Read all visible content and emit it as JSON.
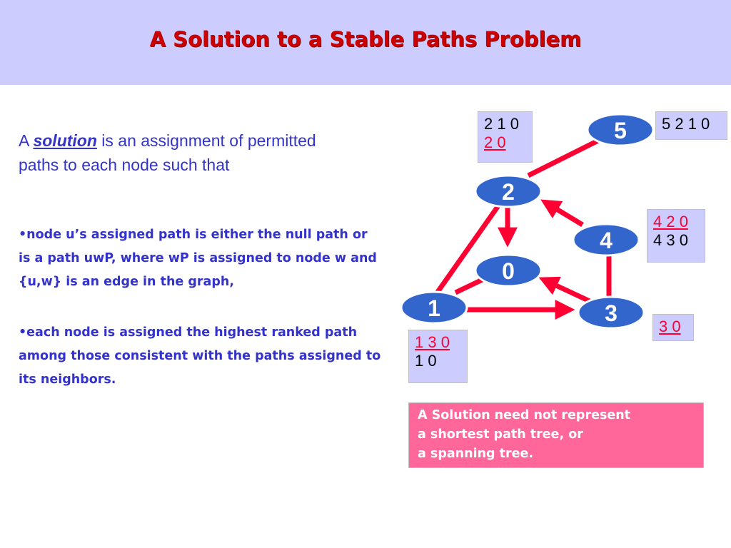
{
  "title": "A Solution to a Stable Paths Problem",
  "intro": {
    "prefix": "A ",
    "keyword": "solution",
    "suffix": " is an assignment of permitted paths to each node such that"
  },
  "bullets": [
    "•node u’s assigned path is either the null path or is a path uwP, where wP is assigned to node w and {u,w} is an edge in the graph,",
    "•each node is assigned the highest ranked path among those consistent with the paths assigned to its neighbors."
  ],
  "nodes": {
    "n5": "5",
    "n2": "2",
    "n4": "4",
    "n0": "0",
    "n1": "1",
    "n3": "3"
  },
  "path_boxes": {
    "node2": {
      "lines": [
        "2 1 0",
        "2 0"
      ],
      "selected": "2 0"
    },
    "node5": {
      "lines": [
        "5 2 1 0"
      ],
      "selected": ""
    },
    "node4": {
      "lines": [
        "4 2 0",
        "4 3 0"
      ],
      "selected": "4 2 0"
    },
    "node3": {
      "lines": [
        "3 0"
      ],
      "selected": "3 0"
    },
    "node1": {
      "lines": [
        "1 3 0",
        "1 0"
      ],
      "selected": "1 3 0"
    }
  },
  "note": {
    "lines": [
      "A Solution need not represent",
      "a shortest path tree, or",
      "a spanning tree."
    ]
  },
  "colors": {
    "header_bg": "#ccccff",
    "title": "#cc0000",
    "text": "#3333cc",
    "node_fill": "#3366cc",
    "edge": "#ff0033",
    "box_bg": "#ccccff",
    "selected_path": "#ff0033",
    "note_bg": "#ff6699"
  }
}
